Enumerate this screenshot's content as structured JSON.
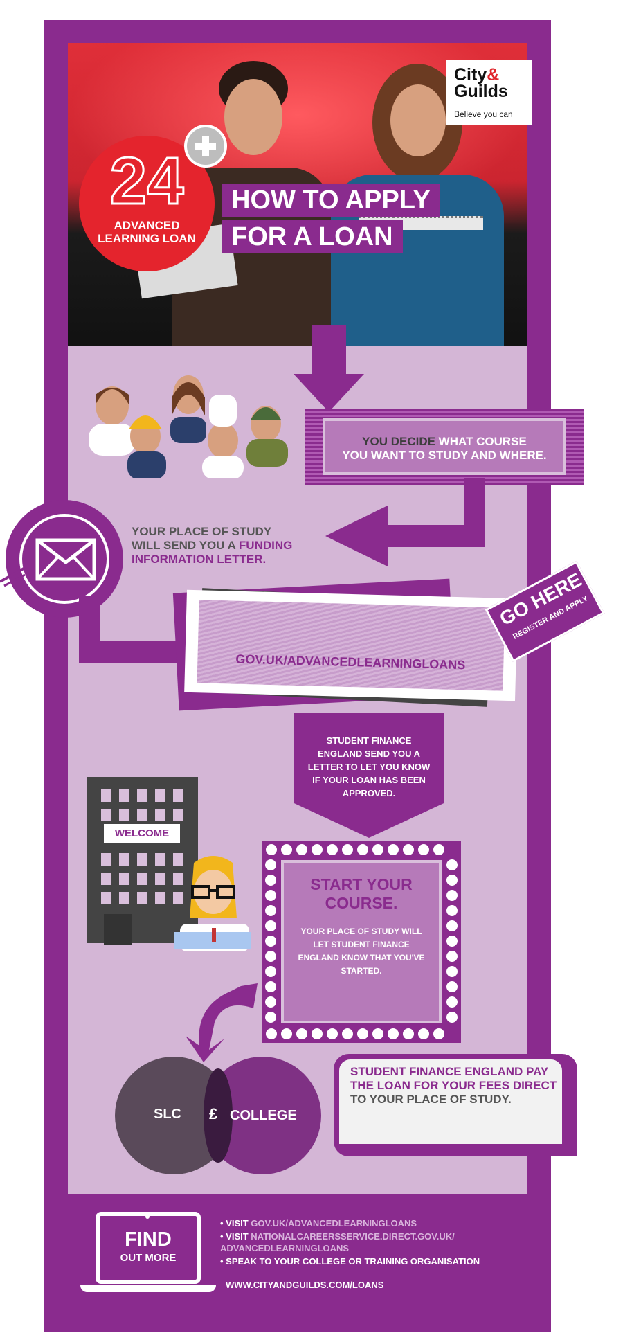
{
  "hero": {
    "logo_line1": "City",
    "logo_amp": "&",
    "logo_line2": "Guilds",
    "logo_tagline": "Believe you can",
    "badge_number": "24",
    "badge_text": "ADVANCED LEARNING LOAN",
    "title_line1": "HOW TO APPLY",
    "title_line2": "FOR A LOAN"
  },
  "step1": {
    "dark": "YOU DECIDE",
    "light_1": "WHAT COURSE",
    "light_2": "YOU WANT TO STUDY AND WHERE."
  },
  "step2": {
    "line1": "YOUR PLACE OF STUDY",
    "line2": "WILL SEND YOU A",
    "highlight_1": "FUNDING",
    "highlight_2": "INFORMATION LETTER."
  },
  "step3": {
    "url": "GOV.UK/ADVANCEDLEARNINGLOANS",
    "flag_title": "GO HERE",
    "flag_sub": "REGISTER AND APPLY"
  },
  "step4": {
    "text": "STUDENT FINANCE ENGLAND SEND YOU A LETTER TO LET YOU KNOW IF YOUR LOAN HAS BEEN APPROVED."
  },
  "step5": {
    "welcome_sign": "WELCOME",
    "title": "START YOUR COURSE.",
    "body": "YOUR PLACE OF STUDY WILL LET STUDENT FINANCE ENGLAND KNOW THAT YOU'VE STARTED."
  },
  "step6": {
    "slc": "SLC",
    "pound": "£",
    "college": "COLLEGE",
    "highlight": "STUDENT FINANCE ENGLAND PAY THE LOAN FOR YOUR FEES DIRECT",
    "rest": "TO YOUR PLACE OF STUDY."
  },
  "footer": {
    "find": "FIND",
    "out_more": "OUT MORE",
    "item1_prefix": "• VISIT",
    "item1_link": "GOV.UK/ADVANCEDLEARNINGLOANS",
    "item2_prefix": "• VISIT",
    "item2_link": "NATIONALCAREERSSERVICE.DIRECT.GOV.UK/ ADVANCEDLEARNINGLOANS",
    "item3": "• SPEAK TO YOUR COLLEGE OR TRAINING ORGANISATION",
    "website": "WWW.CITYANDGUILDS.COM/LOANS"
  },
  "colors": {
    "brand_purple": "#8a2b8e",
    "light_lilac": "#d4b6d6",
    "badge_red": "#e4242d"
  }
}
